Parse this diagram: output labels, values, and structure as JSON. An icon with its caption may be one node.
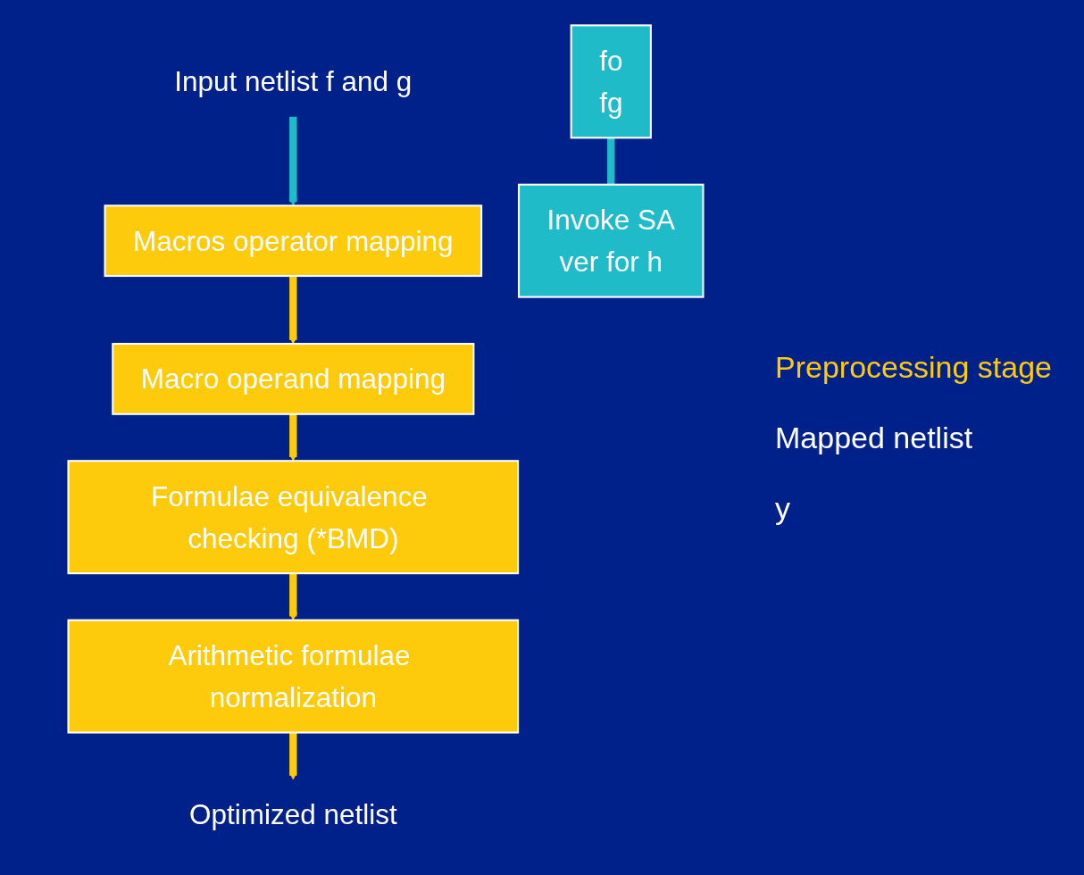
{
  "diagram": {
    "nodes": [
      {
        "text": [
          "Input netlist f and g"
        ]
      },
      {
        "text": [
          "Macros operator mapping"
        ]
      },
      {
        "text": [
          "Macro operand mapping"
        ]
      },
      {
        "text": [
          "Formulae equivalence checking (*BMD)"
        ]
      },
      {
        "text": [
          "Arithmetic formulae normalization"
        ]
      },
      {
        "text": [
          "fo",
          "fg"
        ]
      },
      {
        "text": [
          "Invoke SA",
          "ver for h"
        ]
      },
      {
        "text": [
          "Optimized netlist"
        ]
      }
    ],
    "edges": [
      {
        "from": 0,
        "to": 1,
        "arrow": "to",
        "color": "#20bbc8"
      },
      {
        "from": 1,
        "to": 2,
        "arrow": "to"
      },
      {
        "from": 2,
        "to": 3,
        "arrow": "to"
      },
      {
        "from": 3,
        "to": 4,
        "arrow": "to"
      },
      {
        "from": 4,
        "to": 7,
        "arrow": "to"
      },
      {
        "from": 5,
        "to": 6,
        "arrow": "none",
        "color": "#20bbc8"
      }
    ],
    "labels": [
      "Preprocessing stage",
      "Mapped netlist",
      "y"
    ]
  }
}
